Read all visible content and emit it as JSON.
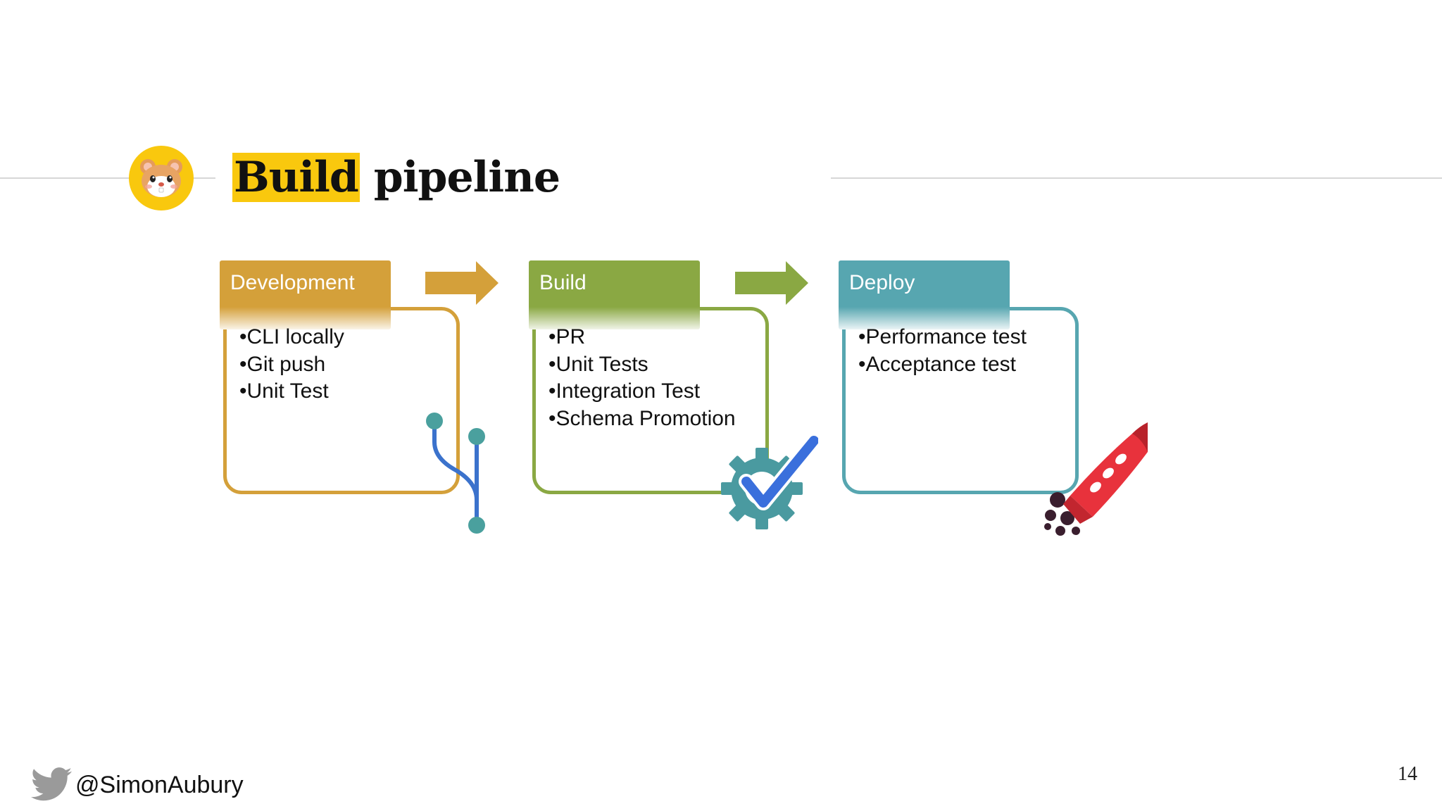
{
  "slide": {
    "title_highlight": "Build",
    "title_rest": "pipeline",
    "page_number": "14"
  },
  "footer": {
    "handle": "@SimonAubury"
  },
  "stages": [
    {
      "label": "Development",
      "items": [
        "•CLI locally",
        "•Git push",
        "•Unit Test"
      ],
      "color": "#d4a03a",
      "icon": "git-branch-icon"
    },
    {
      "label": "Build",
      "items": [
        "•PR",
        "•Unit Tests",
        "•Integration Test",
        "•Schema Promotion"
      ],
      "color": "#8aa843",
      "icon": "gear-check-icon"
    },
    {
      "label": "Deploy",
      "items": [
        "•Performance test",
        "•Acceptance test"
      ],
      "color": "#57a6b0",
      "icon": "rocket-icon"
    }
  ],
  "colors": {
    "highlight": "#f9c80e",
    "gear": "#4a9aa0",
    "check": "#3a6fdc",
    "rocket": "#e8323c"
  },
  "icons": {
    "avatar": "hamster-icon",
    "social": "twitter-bird-icon",
    "connector": "right-arrow-icon"
  }
}
